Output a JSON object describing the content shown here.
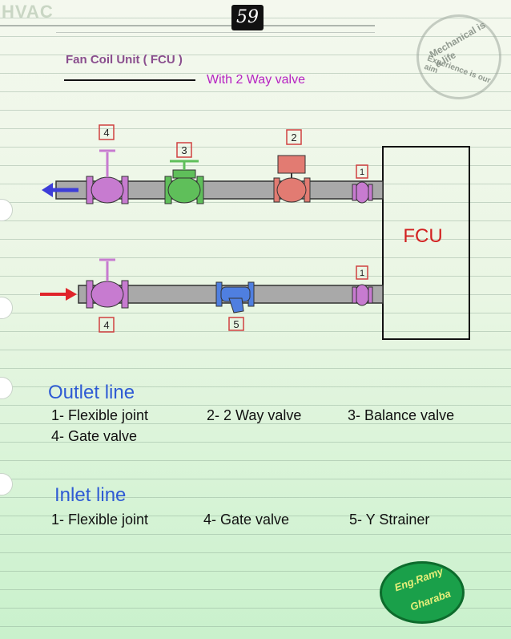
{
  "header": {
    "subject": "HVAC",
    "page_number": "59"
  },
  "title": "Fan Coil Unit ( FCU )",
  "subtitle": "With 2 Way valve",
  "stamp": {
    "top_text": "Mechanical is a life",
    "bottom_text": "Experience is our aim"
  },
  "diagram": {
    "fcu_label": "FCU",
    "outlet_tags": [
      "4",
      "3",
      "2",
      "1"
    ],
    "inlet_tags": [
      "1",
      "4",
      "5"
    ],
    "colors": {
      "gate_valve": "#c77bd0",
      "balance_valve": "#5fbf5a",
      "two_way_valve": "#e27b72",
      "flexible_joint": "#c77bd0",
      "y_strainer": "#4f7fe0",
      "pipe": "#a9a9a9",
      "outlet_arrow": "#3d3dd8",
      "inlet_arrow": "#e0242a",
      "tag_border": "#d04040"
    }
  },
  "outlet": {
    "heading": "Outlet line",
    "items": [
      "1- Flexible joint",
      "2-  2 Way valve",
      "3- Balance valve",
      "4- Gate valve"
    ]
  },
  "inlet": {
    "heading": "Inlet line",
    "items": [
      "1- Flexible joint",
      "4- Gate valve",
      "5- Y Strainer"
    ]
  },
  "logo": {
    "line1": "Eng.Ramy",
    "line2": "Gharaba"
  }
}
